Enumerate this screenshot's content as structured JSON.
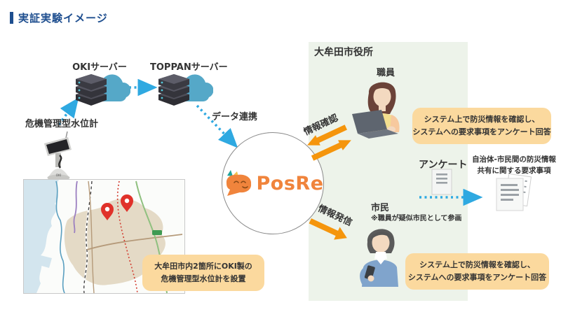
{
  "page": {
    "title": "実証実験イメージ"
  },
  "nodes": {
    "oki_server": "OKIサーバー",
    "toppan_server": "TOPPANサーバー",
    "data_link": "データ連携",
    "water_gauge": "危機管理型水位計",
    "gauge_brand": "OKI"
  },
  "map_note": {
    "line1": "大牟田市内2箇所にOKI製の",
    "line2": "危機管理型水位計を設置"
  },
  "posre": {
    "name": "PosRe"
  },
  "city_hall": {
    "title": "大牟田市役所",
    "staff_label": "職員",
    "info_check": "情報確認",
    "staff_note": {
      "line1": "システム上で防災情報を確認し、",
      "line2": "システムへの要求事項をアンケート回答"
    },
    "survey_label": "アンケート",
    "survey_output": {
      "line1": "自治体-市民間の防災情報",
      "line2": "共有に関する要求事項"
    },
    "citizen_label": "市民",
    "citizen_sub": "※職員が疑似市民として参画",
    "info_send": "情報発信",
    "citizen_note": {
      "line1": "システム上で防災情報を確認し、",
      "line2": "システムへの要求事項をアンケート回答"
    }
  },
  "icons": {
    "server_cloud": "server-cloud-icon",
    "water_gauge": "water-level-gauge-photo",
    "map": "omuta-city-map",
    "pin": "map-pin-icon",
    "document": "survey-document-icon",
    "document_stack": "requirements-documents-icon"
  },
  "colors": {
    "heading_blue": "#1E4E8F",
    "arrow_blue": "#2FA9E1",
    "arrow_orange": "#F5950C",
    "note_bg": "#FBD99E",
    "panel_green": "#EDF3EA",
    "posre_orange": "#F0843C",
    "cloud_teal": "#55A8C8",
    "pin_red": "#E0312A"
  }
}
